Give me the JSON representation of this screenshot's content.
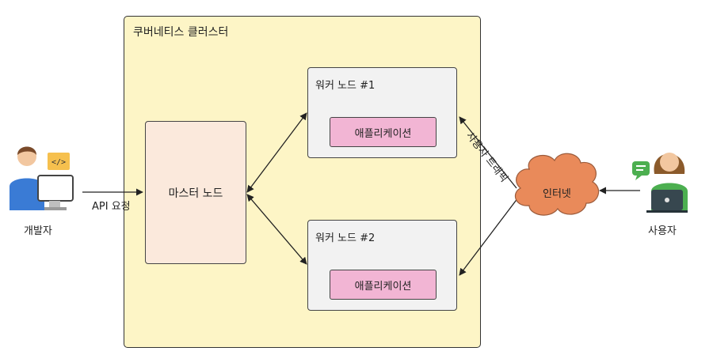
{
  "cluster": {
    "title": "쿠버네티스 클러스터"
  },
  "master": {
    "label": "마스터 노드"
  },
  "workers": [
    {
      "title": "워커 노드 #1",
      "app": "애플리케이션"
    },
    {
      "title": "워커 노드 #2",
      "app": "애플리케이션"
    }
  ],
  "developer": {
    "label": "개발자",
    "api_label": "API 요청"
  },
  "user": {
    "label": "사용자"
  },
  "internet": {
    "label": "인터넷"
  },
  "traffic_label": "사용자 트래픽"
}
